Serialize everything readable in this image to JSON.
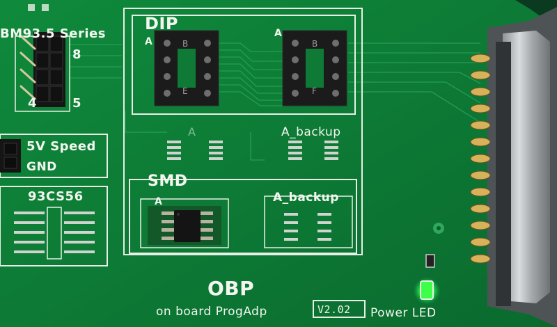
{
  "board": {
    "header_label": "BM93.5 Series",
    "pin_8": "8",
    "pin_4": "4",
    "pin_5": "5",
    "dip_title": "DIP",
    "dip_a": "A",
    "dip_b": "B",
    "dip_backup_a": "A",
    "dip_backup_b": "B",
    "dip_e": "E",
    "dip_f": "F",
    "smd_a_upper": "A",
    "smd_backup_upper": "A_backup",
    "speed_label": "5V Speed",
    "gnd_label": "GND",
    "chip_93cs56": "93CS56",
    "smd_title": "SMD",
    "smd_a": "A",
    "smd_backup": "A_backup",
    "brand": "OBP",
    "subtitle": "on board ProgAdp",
    "version": "V2.02",
    "power_led": "Power LED"
  },
  "colors": {
    "pcb": "#0e7a36",
    "silk": "#f2f6ee",
    "gold": "#d8b25a",
    "socket": "#1b1b1b",
    "connector": "#b9bcbf",
    "led": "#3dff4a"
  }
}
